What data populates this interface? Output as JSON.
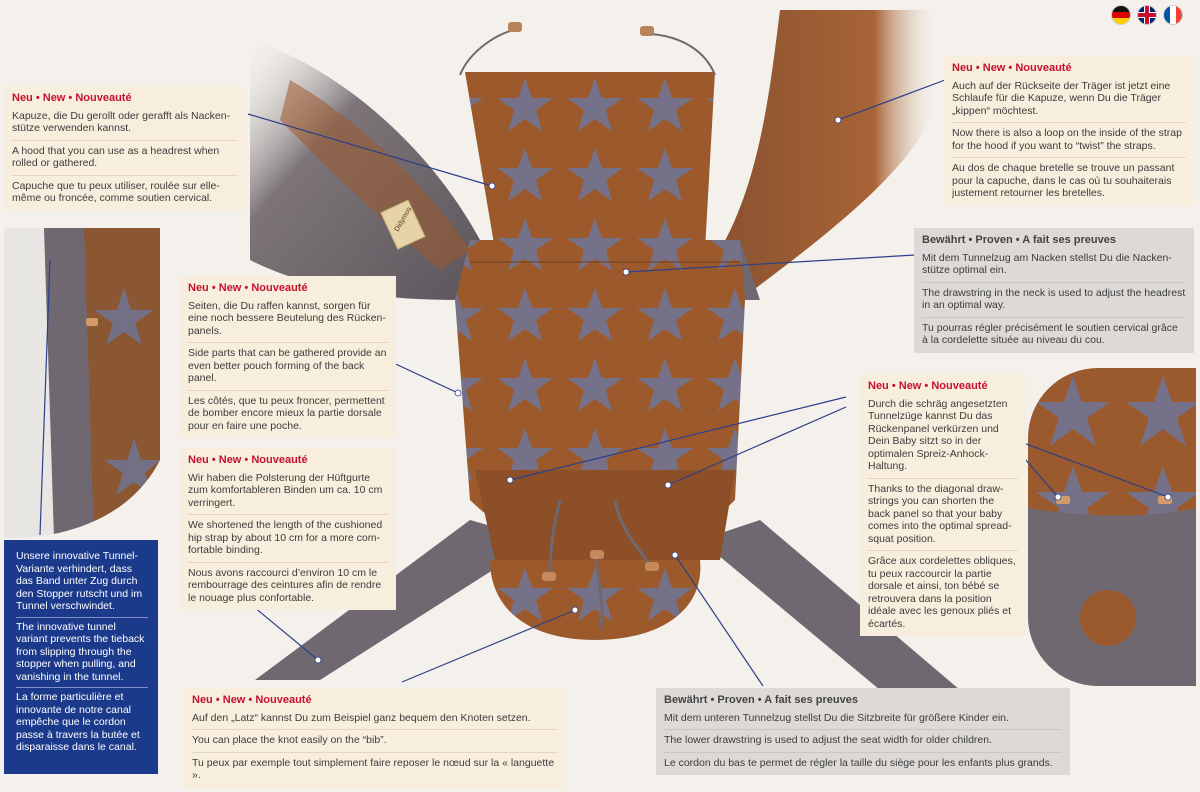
{
  "flags": {
    "items": [
      {
        "name": "german-flag-icon",
        "lang": "de"
      },
      {
        "name": "english-flag-icon",
        "lang": "en"
      },
      {
        "name": "french-flag-icon",
        "lang": "fr"
      }
    ]
  },
  "label": {
    "patch": "Didymos"
  },
  "heading": {
    "new_de": "Neu",
    "new_en": "New",
    "new_fr": "Nouveauté",
    "dot": " • ",
    "proven_de": "Bewährt",
    "proven_en": "Proven",
    "proven_fr": "A fait ses preuves"
  },
  "hood": {
    "de": "Kapuze, die Du gerollt oder gerafft als Nacken-stütze verwenden kannst.",
    "en": "A hood that you can use as a headrest when rolled or gathered.",
    "fr": "Capuche que tu peux utiliser, roulée sur elle-même ou froncée, comme soutien cervical."
  },
  "strap_loop": {
    "de": "Auch auf der Rückseite der Träger ist jetzt eine Schlaufe für die Kapuze, wenn Du die Träger „kippen“ möchtest.",
    "en": "Now there is also a loop on the inside of the strap for the hood if you want to “twist” the straps.",
    "fr": "Au dos de chaque bretelle se trouve un passant pour la capuche, dans le cas où tu souhaiterais justement retourner les bretelles."
  },
  "neck_drawstring": {
    "de": "Mit dem Tunnelzug am Nacken stellst Du die Nacken-stütze optimal ein.",
    "en": "The drawstring in the neck is used to adjust the headrest in an optimal way.",
    "fr": "Tu pourras régler précisément le soutien cervical grâce à la cordelette située au niveau du cou."
  },
  "side_parts": {
    "de": "Seiten, die Du raffen kannst, sorgen für eine noch bessere Beutelung des Rücken-panels.",
    "en": "Side parts that can be gathered provide an even better pouch forming of the back panel.",
    "fr": "Les côtés, que tu peux froncer, permettent de bomber encore mieux la partie dorsale pour en faire une poche."
  },
  "diagonal": {
    "de": "Durch die schräg angesetzten Tunnelzüge kannst Du das Rückenpanel verkürzen und Dein Baby sitzt so in der optimalen Spreiz-Anhock-Haltung.",
    "en": "Thanks to the diagonal draw-strings you can shorten the back panel so that your baby comes into the optimal spread-squat position.",
    "fr": "Grâce aux cordelettes obliques, tu peux raccourcir la partie dorsale et ainsi, ton bébé se retrouvera dans la position idéale avec les genoux pliés et écartés."
  },
  "hip_strap": {
    "de": "Wir haben die Polsterung der Hüftgurte zum komfortableren Binden um ca. 10 cm verringert.",
    "en": "We shortened the length of the cushioned hip strap by about 10 cm for a more com-fortable binding.",
    "fr": "Nous avons raccourci d’environ 10 cm le rembourrage des ceintures afin de rendre le nouage plus confortable."
  },
  "tunnel": {
    "de": "Unsere innovative Tunnel-Variante verhindert, dass das Band unter Zug durch den Stopper rutscht und im Tunnel verschwindet.",
    "en": "The innovative tunnel variant prevents the tieback from slipping through the stopper when pulling, and vanishing in the tunnel.",
    "fr": "La forme particulière et innovante de notre canal empêche que le cordon passe à travers la butée et disparaisse dans le canal."
  },
  "bib": {
    "de": "Auf den „Latz“ kannst Du zum Beispiel ganz bequem den Knoten setzen.",
    "en": "You can place the knot easily on the “bib”.",
    "fr": "Tu peux par exemple tout simplement faire reposer le nœud sur la « languette »."
  },
  "seat_width": {
    "de": "Mit dem unteren Tunnelzug stellst Du die Sitzbreite für größere Kinder ein.",
    "en": "The lower drawstring is used to adjust the seat width for older children.",
    "fr": "Le cordon du bas te permet de régler la taille du siège pour les enfants plus grands."
  },
  "colors": {
    "brand_red": "#c4122f",
    "panel_blue": "#1c3a8c",
    "fabric_brown": "#9c5a2c",
    "strap_grey": "#6f6870",
    "star_blue": "#6d7698",
    "box_cream": "#f8eedd",
    "box_grey": "#dcd9d6"
  }
}
